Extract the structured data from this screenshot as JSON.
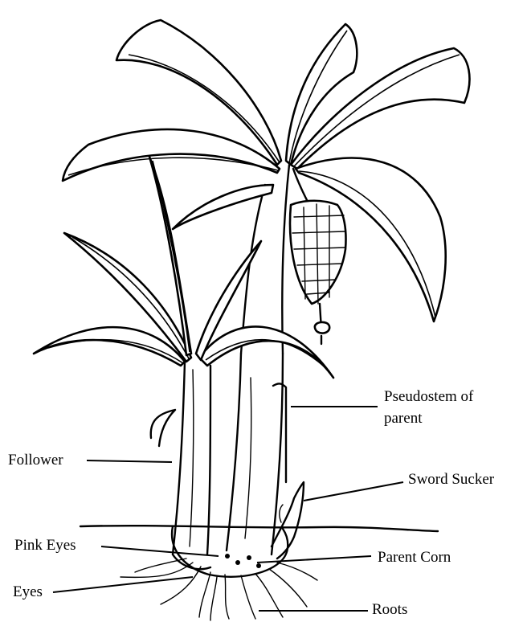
{
  "labels": {
    "pseudostem_line1": "Pseudostem of",
    "pseudostem_line2": "parent",
    "follower": "Follower",
    "sword_sucker": "Sword Sucker",
    "pink_eyes": "Pink Eyes",
    "parent_corn": "Parent Corn",
    "eyes": "Eyes",
    "roots": "Roots"
  }
}
